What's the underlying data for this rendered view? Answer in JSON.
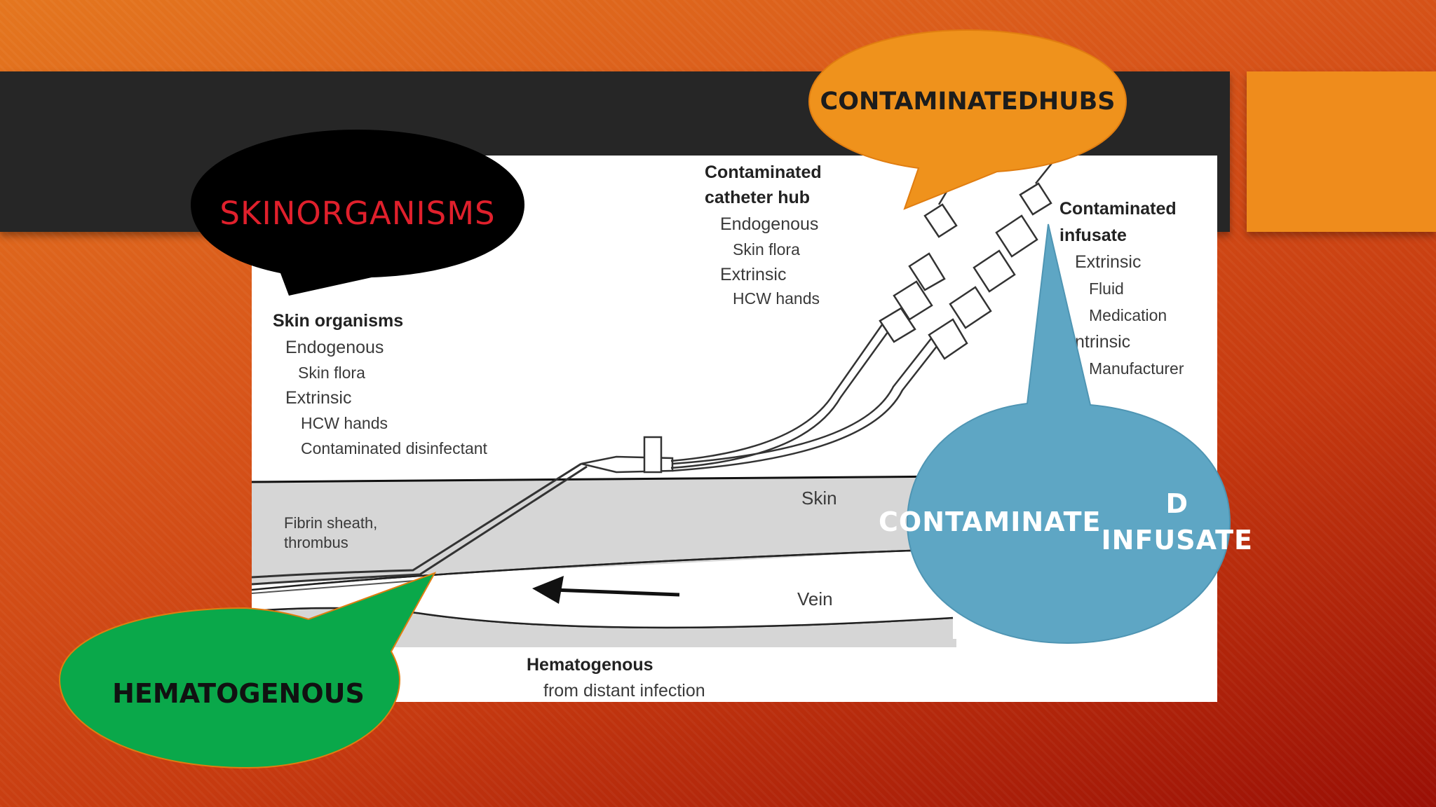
{
  "slide": {
    "background_colors": [
      "#e4761f",
      "#c63a10",
      "#9a0f05"
    ],
    "title_band_color": "#262626",
    "accent_block_color": "#ef8c1c"
  },
  "diagram": {
    "background_color": "#ffffff",
    "tissue_color": "#d6d6d6",
    "labels": {
      "skin_organisms": {
        "heading": "Skin organisms",
        "lines": [
          "Endogenous",
          "Skin flora",
          "Extrinsic",
          "HCW hands",
          "Contaminated  disinfectant"
        ]
      },
      "catheter_hub": {
        "heading_lines": [
          "Contaminated",
          "catheter  hub"
        ],
        "lines": [
          "Endogenous",
          "Skin flora",
          "Extrinsic",
          "HCW hands"
        ]
      },
      "infusate": {
        "heading_lines": [
          "Contaminated",
          "infusate"
        ],
        "lines": [
          "Extrinsic",
          "Fluid",
          "Medication",
          "ntrinsic",
          "Manufacturer"
        ]
      },
      "skin": "Skin",
      "vein": "Vein",
      "fibrin": [
        "Fibrin sheath,",
        "thrombus"
      ],
      "hematogenous": {
        "heading": "Hematogenous",
        "line": "from distant infection"
      }
    }
  },
  "callouts": {
    "skin_organisms": {
      "text": "SKIN ORGANISMS",
      "fill": "#000000",
      "text_color": "#e0202c"
    },
    "contaminated_hubs": {
      "text": "CONTAMINATED HUBS",
      "fill": "#ef921c",
      "text_color": "#1c1c1c"
    },
    "contaminated_infusate": {
      "text": "CONTAMINATE D INFUSATE",
      "fill": "#5ea6c4",
      "text_color": "#ffffff"
    },
    "hematogenous": {
      "text": "HEMATOGENOUS",
      "fill": "#0aa84a",
      "text_color": "#111111"
    }
  }
}
